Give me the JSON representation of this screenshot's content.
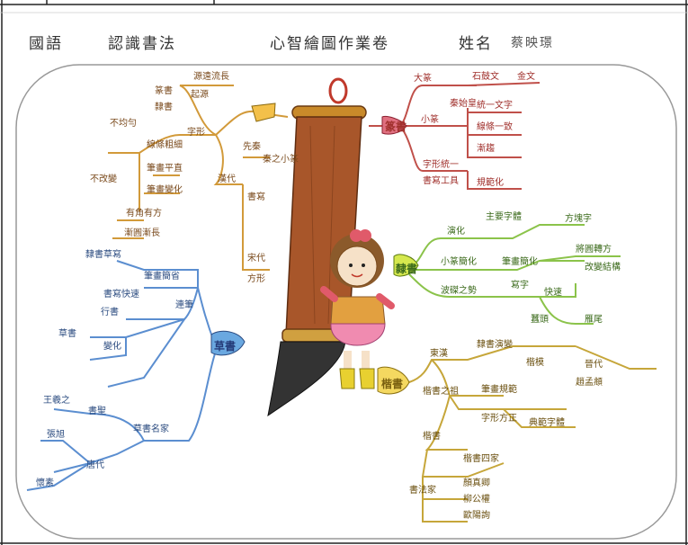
{
  "header": {
    "subject": "國語",
    "unit": "認識書法",
    "title": "心智繪圖作業卷",
    "name_label": "姓名",
    "student_name": "蔡映璟"
  },
  "branches": {
    "origin": {
      "hub": "",
      "labels": [
        "源遠流長",
        "起源",
        "篆書",
        "隸書",
        "字形",
        "不均勻",
        "線條粗細",
        "筆畫平直",
        "不改變",
        "筆畫變化",
        "有角有方",
        "漸圓漸長",
        "先秦",
        "秦之小篆",
        "書寫",
        "漢代",
        "宋代",
        "方形"
      ]
    },
    "seal": {
      "hub": "篆書",
      "labels": [
        "大篆",
        "石鼓文",
        "金文",
        "小篆",
        "秦始皇",
        "統一文字",
        "線條一致",
        "漸趨",
        "字形統一",
        "書寫工具",
        "規範化"
      ]
    },
    "clerical": {
      "hub": "隸書",
      "labels": [
        "演化",
        "主要字體",
        "方塊字",
        "小篆簡化",
        "筆畫簡化",
        "將圓轉方",
        "改變結構",
        "寫字",
        "快速",
        "波磔之勢",
        "蠶頭",
        "雁尾"
      ]
    },
    "regular": {
      "hub": "楷書",
      "labels": [
        "隸書演變",
        "東漢",
        "楷模",
        "楷書之祖",
        "筆畫規範",
        "晉代",
        "字形方正",
        "典範字體",
        "楷書",
        "楷書四家",
        "顏真卿",
        "柳公權",
        "歐陽詢",
        "書法家",
        "趙孟頫"
      ]
    },
    "cursive": {
      "hub": "草書",
      "labels": [
        "隸書草寫",
        "筆畫簡省",
        "書寫快速",
        "連筆",
        "行書",
        "變化",
        "草書",
        "王羲之",
        "書聖",
        "唐代",
        "張旭",
        "懷素",
        "草書名家"
      ]
    }
  }
}
